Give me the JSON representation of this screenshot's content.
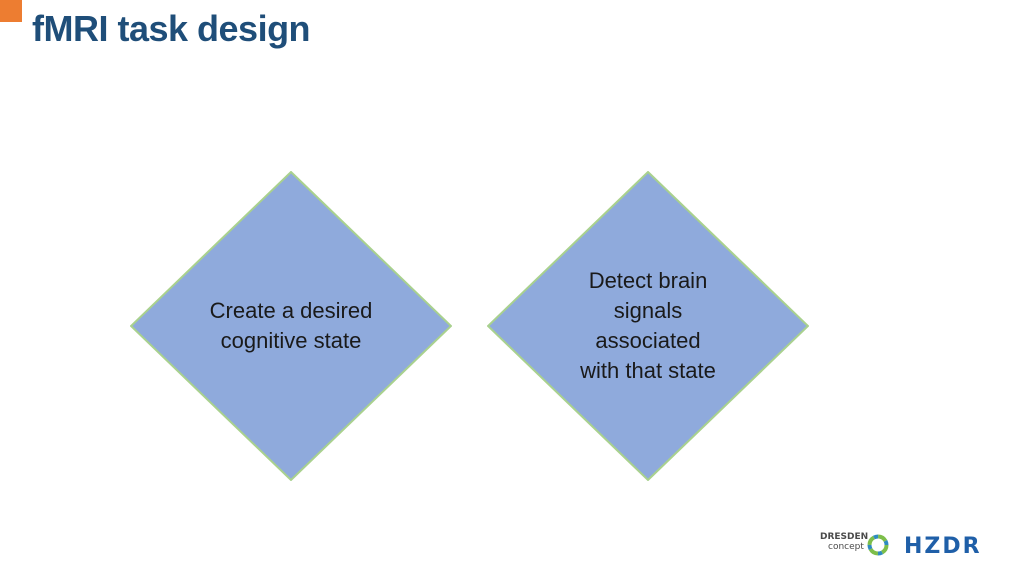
{
  "slide": {
    "title": "fMRI task design"
  },
  "diagram": {
    "shape": "diamond",
    "fill": "#8FAADC",
    "border": "#A9D18E",
    "nodes": [
      {
        "id": "create",
        "text": "Create a desired\ncognitive state"
      },
      {
        "id": "detect",
        "text": "Detect brain\nsignals\nassociated\nwith that state"
      }
    ]
  },
  "logos": {
    "dresden_line1": "DRESDEN",
    "dresden_line2": "concept",
    "hzdr": "HZDR"
  },
  "colors": {
    "title": "#1F4E79",
    "accent": "#ED7D31",
    "hzdr": "#1F5FA8"
  }
}
